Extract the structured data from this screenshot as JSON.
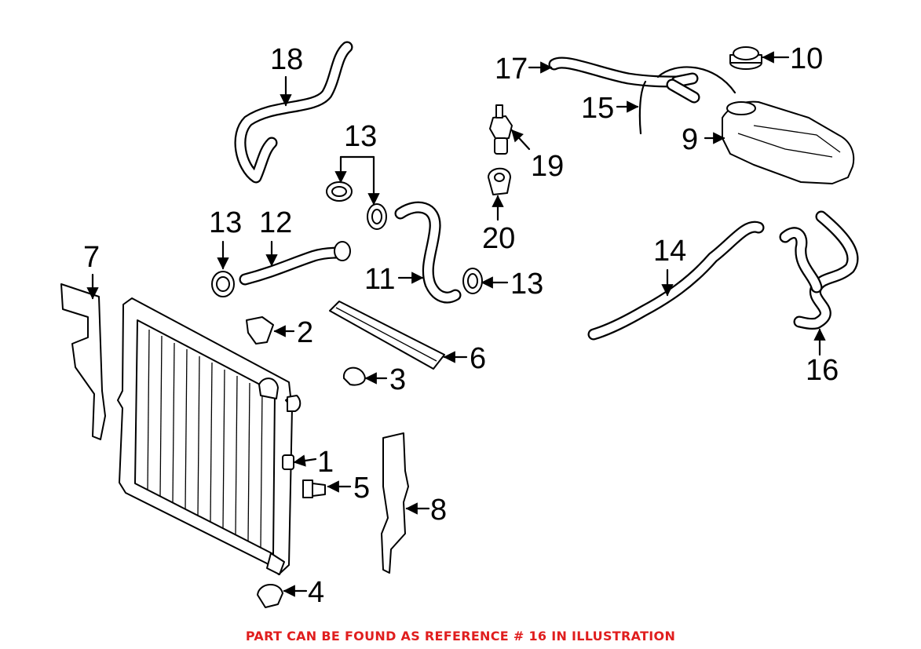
{
  "diagram": {
    "callouts": {
      "c1": "1",
      "c2": "2",
      "c3": "3",
      "c4": "4",
      "c5": "5",
      "c6": "6",
      "c7": "7",
      "c8": "8",
      "c9": "9",
      "c10": "10",
      "c11": "11",
      "c12": "12",
      "c13a": "13",
      "c13b": "13",
      "c13c": "13",
      "c14": "14",
      "c15": "15",
      "c16": "16",
      "c17": "17",
      "c18": "18",
      "c19": "19",
      "c20": "20"
    },
    "footer_note": "PART CAN BE FOUND AS REFERENCE # 16 IN ILLUSTRATION",
    "colors": {
      "note": "#e01e1e",
      "ink": "#000000",
      "background": "#ffffff"
    }
  }
}
